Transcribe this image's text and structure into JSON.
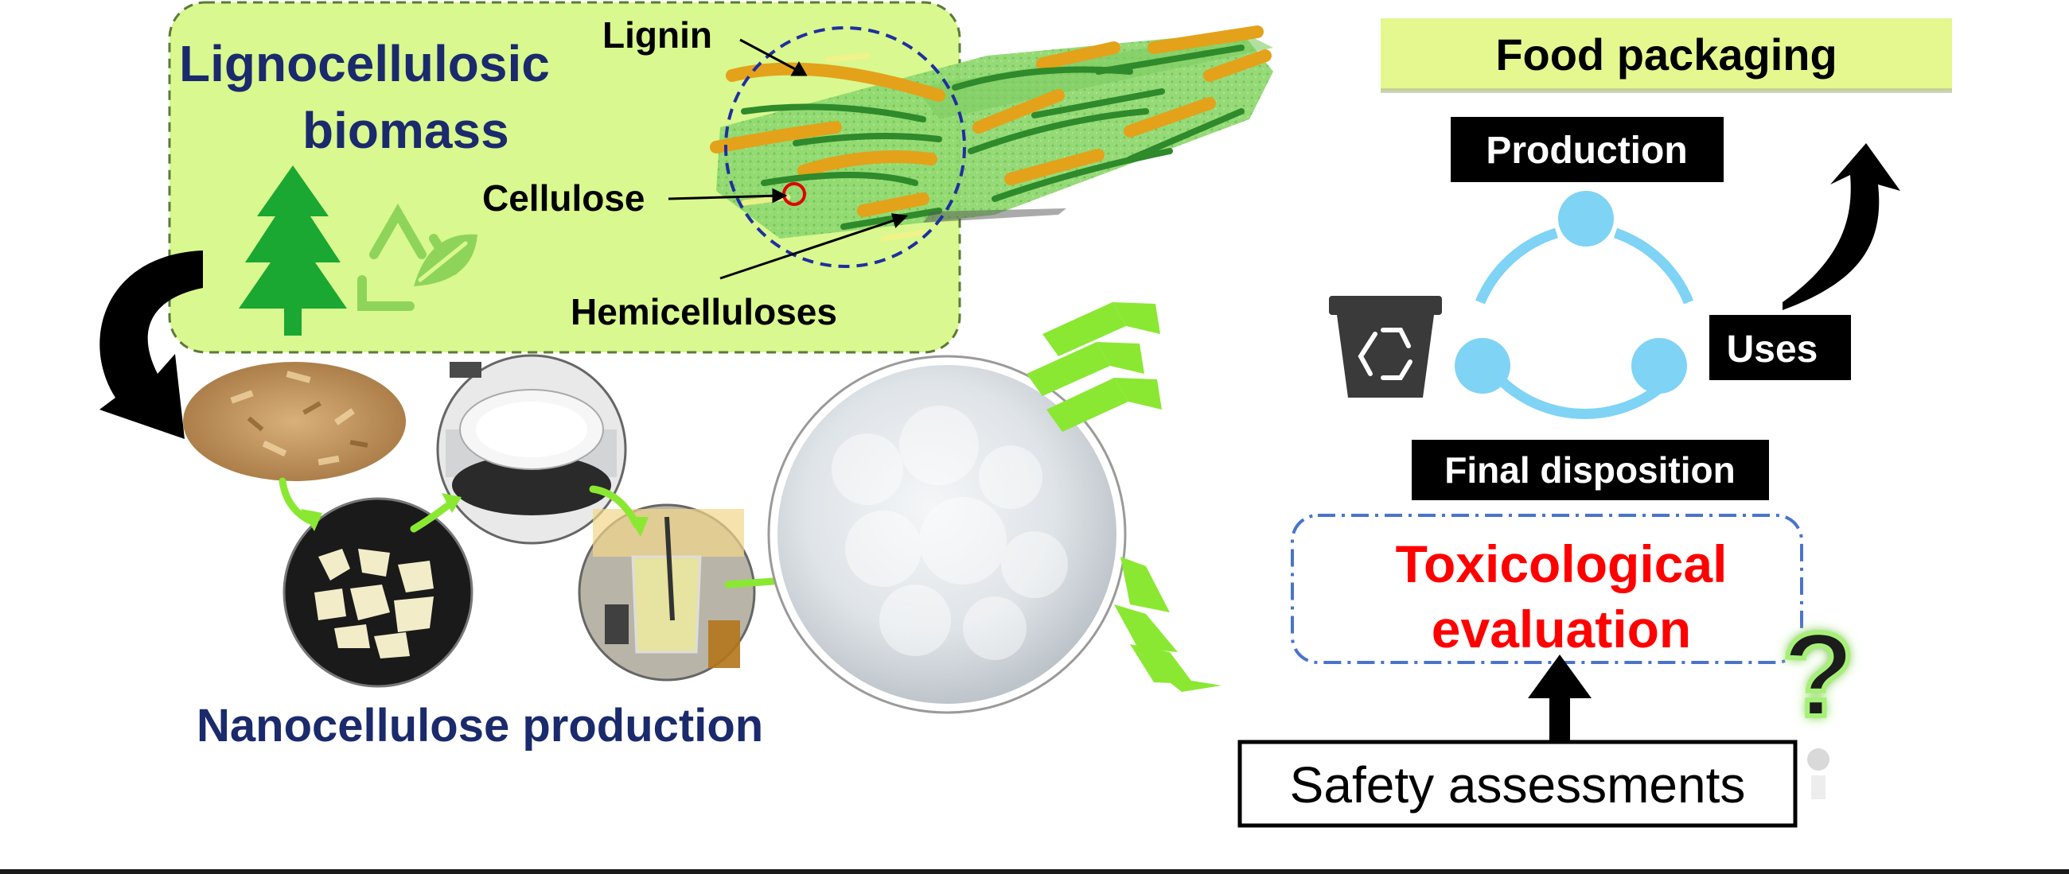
{
  "biomass": {
    "title_line1": "Lignocellulosic",
    "title_line2": "biomass",
    "lignin": "Lignin",
    "cellulose": "Cellulose",
    "hemicelluloses": "Hemicelluloses"
  },
  "production": {
    "label": "Nanocellulose production"
  },
  "lifecycle": {
    "food_packaging": "Food packaging",
    "production": "Production",
    "uses": "Uses",
    "final_disposition": "Final disposition"
  },
  "evaluation": {
    "line1": "Toxicological",
    "line2": "evaluation",
    "question_mark": "?",
    "safety_assessments": "Safety assessments"
  },
  "colors": {
    "panel_fill": "#d9f88f",
    "panel_border": "#5b7a3a",
    "title_navy": "#1a2a6c",
    "tree_green": "#1aa832",
    "recycle_green": "#8fd45a",
    "arrow_green": "#8ae832",
    "lifecycle_blue": "#7fd3f5",
    "toxic_red": "#ff0000",
    "dash_blue": "#4a74c9",
    "food_fill": "#e5f78f",
    "label_black": "#000000",
    "bin_gray": "#3a3a3a"
  },
  "icons": [
    "tree-icon",
    "recycle-leaf-icon",
    "recycling-bin-icon",
    "lifecycle-cycle-icon",
    "question-mark-icon"
  ]
}
